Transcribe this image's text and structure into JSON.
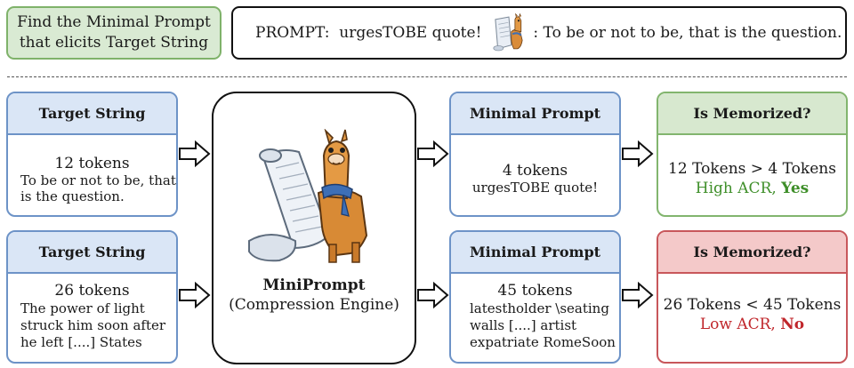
{
  "task": {
    "line1": "Find the Minimal Prompt",
    "line2": "that elicits Target String"
  },
  "prompt_example": {
    "label": "PROMPT:",
    "prompt_text": "urgesTOBE quote!",
    "output_text": ": To be or not to be, that is the question."
  },
  "engine": {
    "name": "MiniPrompt",
    "subtitle": "(Compression Engine)"
  },
  "rows": [
    {
      "target": {
        "header": "Target String",
        "tokens": "12 tokens",
        "lines": [
          "To be or not to be, that",
          "is the question."
        ]
      },
      "prompt": {
        "header": "Minimal Prompt",
        "tokens": "4 tokens",
        "lines": [
          "urgesTOBE quote!"
        ]
      },
      "result": {
        "header": "Is Memorized?",
        "comparison": "12 Tokens > 4 Tokens",
        "verdict_prefix": "High ACR, ",
        "verdict_answer": "Yes",
        "color": "#3f8f2a"
      }
    },
    {
      "target": {
        "header": "Target String",
        "tokens": "26 tokens",
        "lines": [
          "The power of light",
          "struck him soon after",
          "he left [....] States"
        ]
      },
      "prompt": {
        "header": "Minimal Prompt",
        "tokens": "45 tokens",
        "lines": [
          "latestholder \\seating",
          "walls [....] artist",
          "expatriate RomeSoon"
        ]
      },
      "result": {
        "header": "Is Memorized?",
        "comparison": "26 Tokens < 45 Tokens",
        "verdict_prefix": "Low ACR, ",
        "verdict_answer": "No",
        "color": "#c0262b"
      }
    }
  ],
  "icons": [
    "llama-mascot-icon",
    "scroll-icon",
    "hollow-arrow-icon"
  ]
}
